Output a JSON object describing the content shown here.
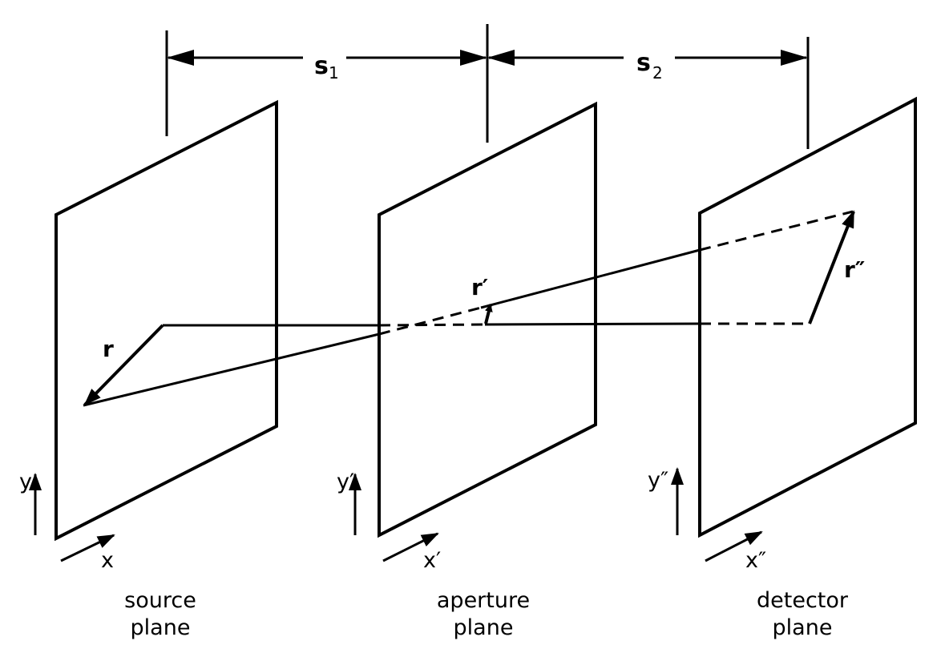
{
  "dimensions": {
    "s1": {
      "symbol": "s",
      "subscript": "1"
    },
    "s2": {
      "symbol": "s",
      "subscript": "2"
    }
  },
  "planes": [
    {
      "caption_line1": "source",
      "caption_line2": "plane",
      "vector": "r",
      "axis_x": "x",
      "axis_y": "y"
    },
    {
      "caption_line1": "aperture",
      "caption_line2": "plane",
      "vector": "r′",
      "axis_x": "x′",
      "axis_y": "y′"
    },
    {
      "caption_line1": "detector",
      "caption_line2": "plane",
      "vector": "r″",
      "axis_x": "x″",
      "axis_y": "y″"
    }
  ],
  "colors": {
    "ink": "#000000",
    "background": "#ffffff"
  }
}
